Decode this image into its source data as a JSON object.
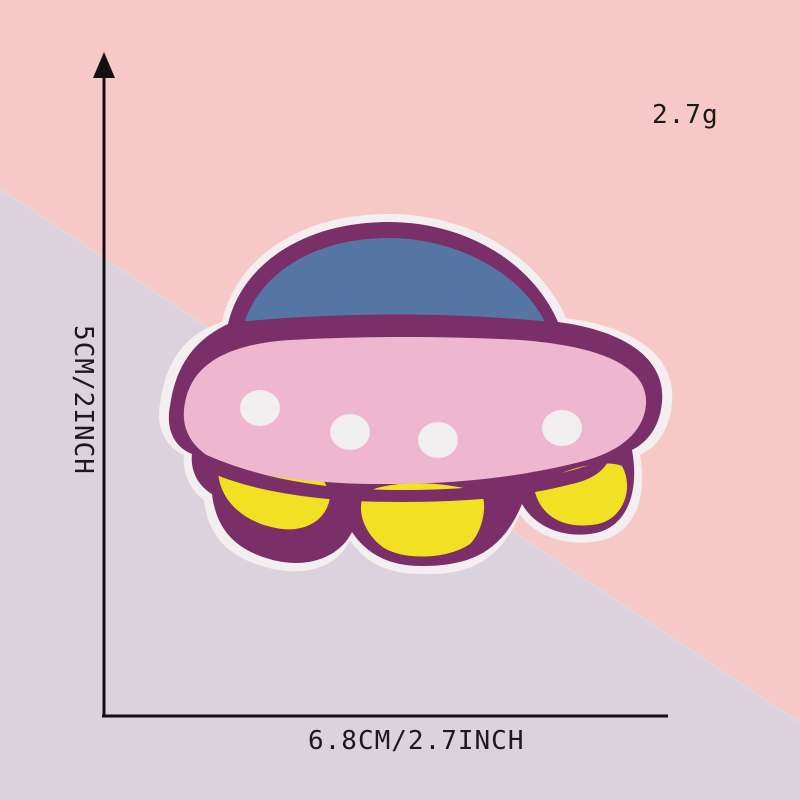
{
  "product": {
    "weight": "2.7g",
    "width_label": "6.8CM/2.7INCH",
    "height_label": "5CM/2INCH",
    "subject_icon": "ufo-embroidered-patch"
  },
  "colors": {
    "background_pink": "#f7c9c6",
    "background_lavender": "#dfd6e1",
    "patch_outline": "#7a2f68",
    "dome_blue": "#5576a4",
    "body_pink": "#efb7cf",
    "lights_yellow": "#f2e022",
    "portholes_white": "#f1eef0"
  }
}
